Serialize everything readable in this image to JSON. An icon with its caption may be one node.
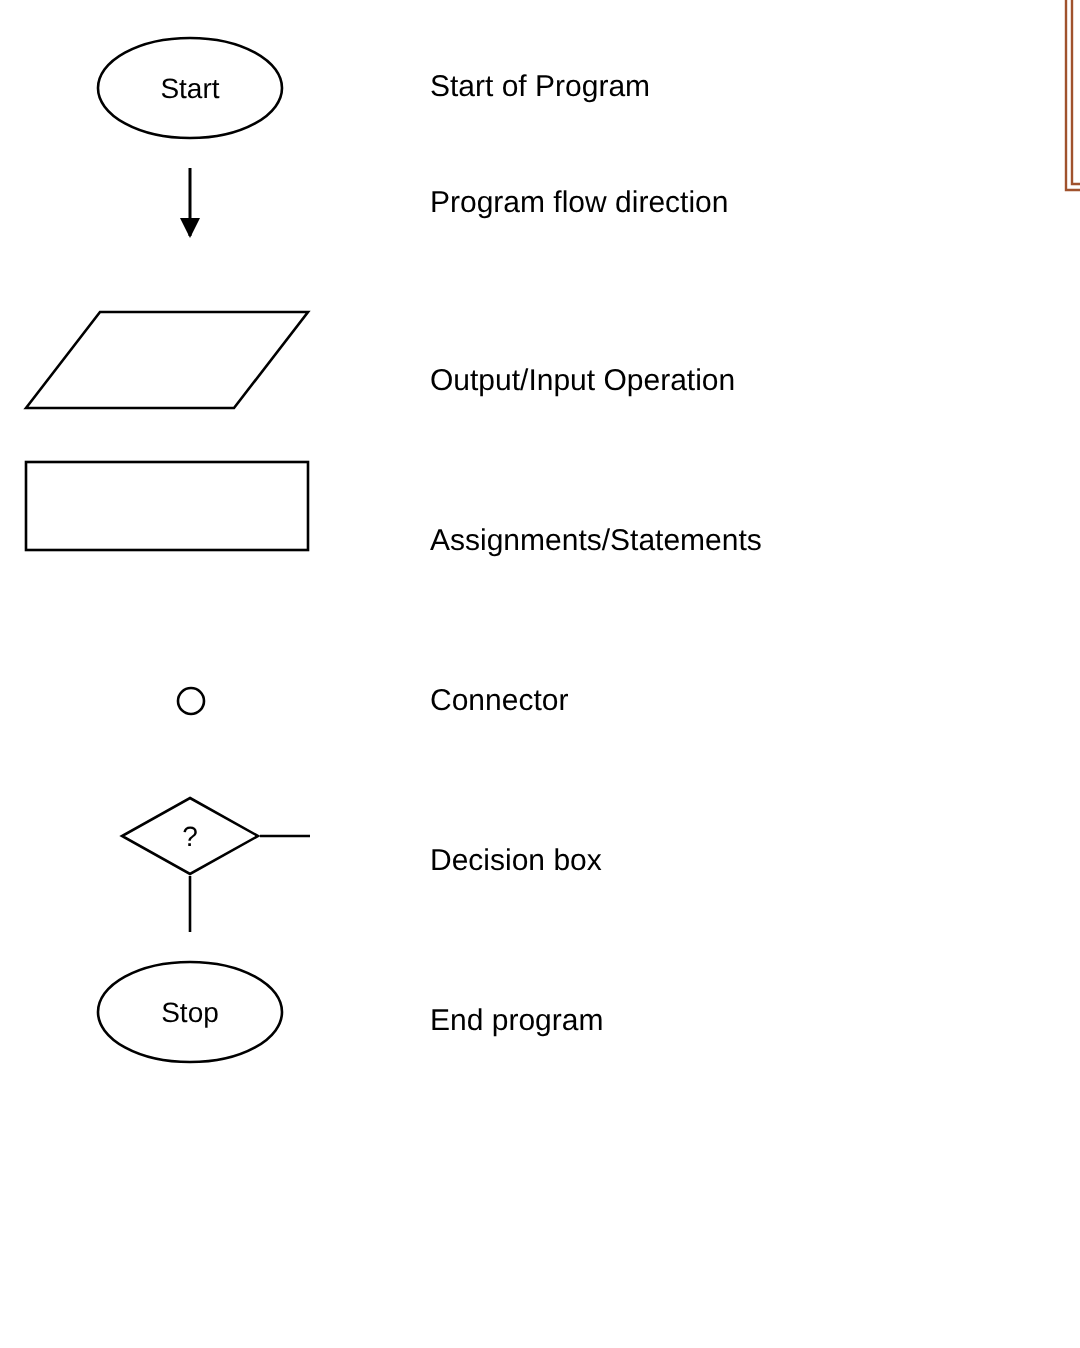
{
  "diagram": {
    "nodes": [
      {
        "text": [
          "Start"
        ]
      },
      {
        "text": [],
        "shape": "parallelogram"
      },
      {
        "text": [],
        "shape": "box"
      },
      {
        "text": [],
        "shape": "circle"
      },
      {
        "text": [
          "?"
        ]
      },
      {
        "text": [
          "Stop"
        ]
      }
    ],
    "edges": [
      {
        "from": 4,
        "to": null,
        "arrow": "none"
      },
      {
        "from": 4,
        "to": null,
        "arrow": "none"
      }
    ],
    "labels": [
      "Start of Program",
      "Program flow direction",
      "Output/Input Operation",
      "Assignments/Statements",
      "Connector",
      "Decision box",
      "End program"
    ]
  }
}
